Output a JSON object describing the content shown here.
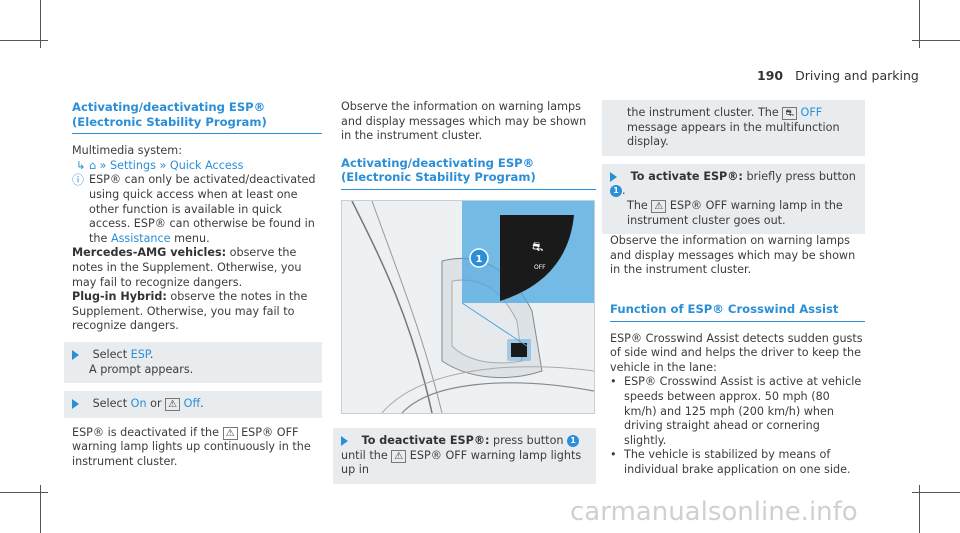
{
  "header": {
    "page_number": "190",
    "section": "Driving and parking"
  },
  "col1": {
    "title": "Activating/deactivating ESP® (Electronic Stability Program)",
    "system_label": "Multimedia system:",
    "nav": {
      "home_icon": "home-icon",
      "settings": "Settings",
      "quick_access": "Quick Access"
    },
    "info1": "ESP® can only be activated/deactivated using quick access when at least one other function is available in quick access. ESP® can otherwise be found in the",
    "info1_link": "Assistance",
    "info1_end": "menu.",
    "amg_label": "Mercedes-AMG vehicles:",
    "amg_text": "observe the notes in the Supplement. Otherwise, you may fail to recognize dangers.",
    "hybrid_label": "Plug-in Hybrid:",
    "hybrid_text": "observe the notes in the Supplement. Otherwise, you may fail to recognize dangers.",
    "step1_pre": "Select",
    "step1_link": "ESP",
    "step1_sub": "A prompt appears.",
    "step2_pre": "Select",
    "step2_on": "On",
    "step2_or": "or",
    "step2_off": "Off",
    "deact_text1": "ESP® is deactivated if the",
    "deact_text2": "ESP® OFF warning lamp lights up continuously in the instrument cluster."
  },
  "col2": {
    "intro": "Observe the information on warning lamps and display messages which may be shown in the instrument cluster.",
    "title": "Activating/deactivating ESP® (Electronic Stability Program)",
    "figure": {
      "callout": "1",
      "button_text": "OFF"
    },
    "step_label": "To deactivate ESP®:",
    "step_text1": "press button",
    "step_callout": "1",
    "step_text2": "until the",
    "step_text3": "ESP® OFF warning lamp lights up in"
  },
  "col3": {
    "cont_text1": "the instrument cluster. The",
    "cont_off": "OFF",
    "cont_text2": "message appears in the multifunction display.",
    "step_label": "To activate ESP®:",
    "step_text1": "briefly press button",
    "step_callout": "1",
    "step_text2": "The",
    "step_text3": "ESP® OFF warning lamp in the instrument cluster goes out.",
    "observe": "Observe the information on warning lamps and display messages which may be shown in the instrument cluster.",
    "title": "Function of ESP® Crosswind Assist",
    "para": "ESP® Crosswind Assist detects sudden gusts of side wind and helps the driver to keep the vehicle in the lane:",
    "bullets": [
      "ESP® Crosswind Assist is active at vehicle speeds between approx. 50 mph (80 km/h) and 125 mph (200 km/h) when driving straight ahead or cornering slightly.",
      "The vehicle is stabilized by means of individual brake application on one side."
    ]
  },
  "footer": {
    "watermark": "carmanualsonline.info"
  }
}
